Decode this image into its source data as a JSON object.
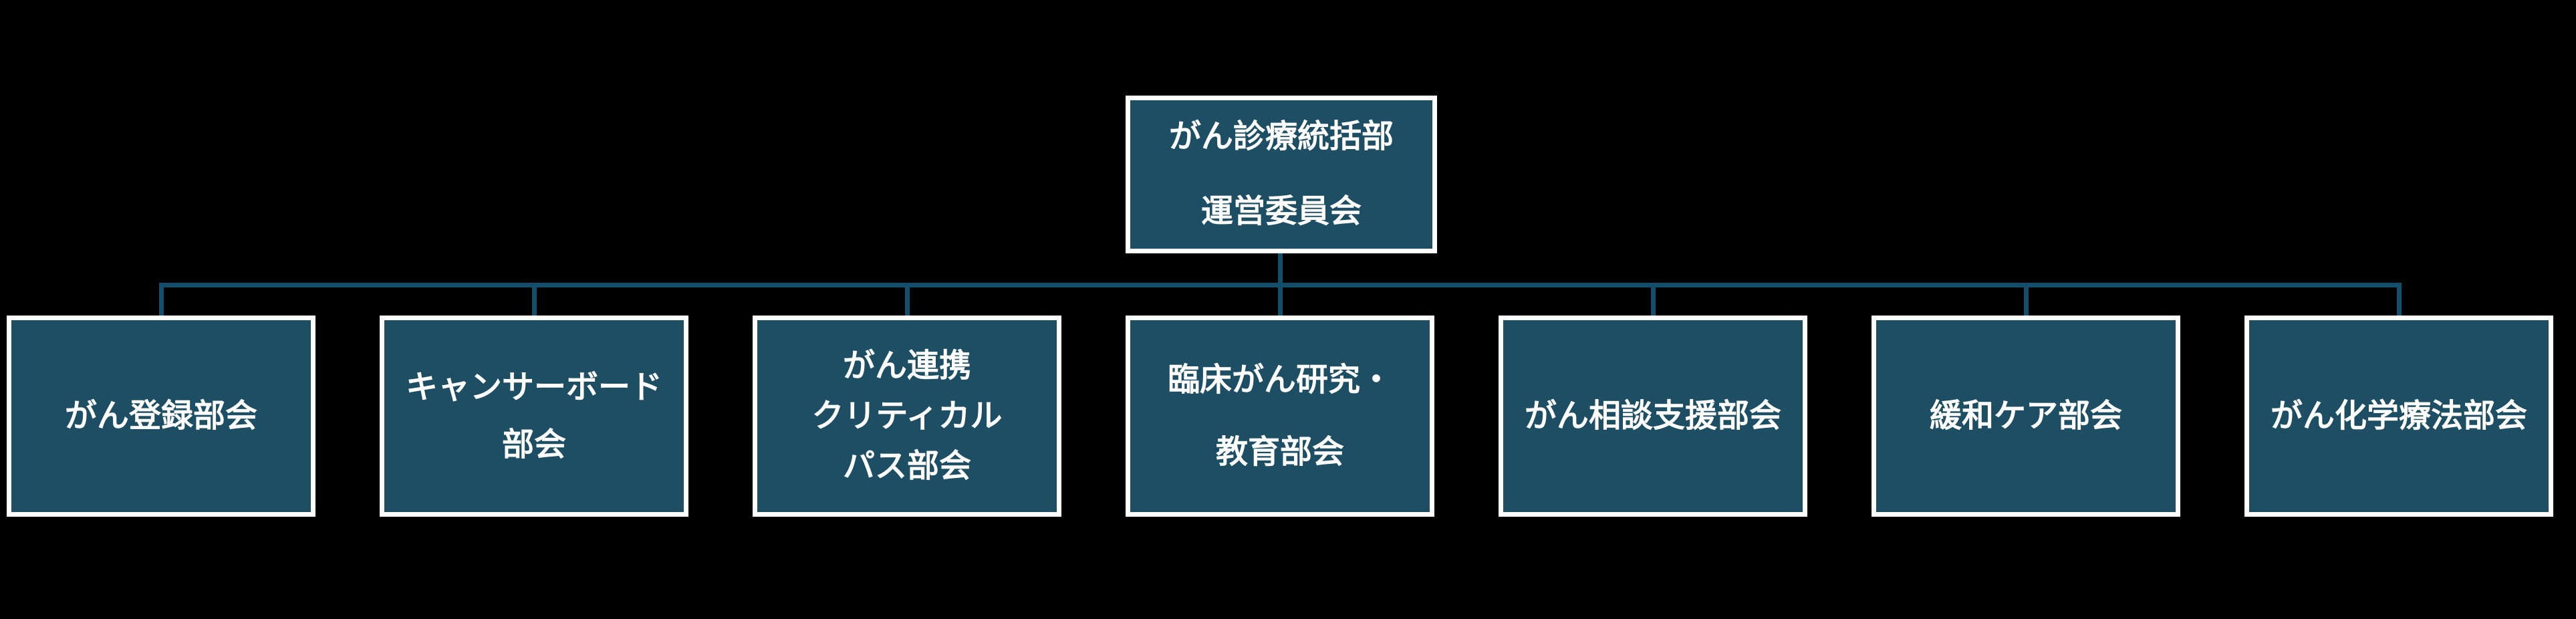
{
  "theme": {
    "background": "#000000",
    "box-fill": "#1d4e63",
    "box-border": "#ffffff",
    "connector": "#134f6b",
    "text": "#ffffff"
  },
  "diagram": {
    "type": "org-chart",
    "root": {
      "lines": [
        "がん診療統括部",
        "運営委員会"
      ]
    },
    "children": [
      {
        "lines": [
          "がん登録部会"
        ]
      },
      {
        "lines": [
          "キャンサーボード",
          "部会"
        ]
      },
      {
        "lines": [
          "がん連携",
          "クリティカル",
          "パス部会"
        ]
      },
      {
        "lines": [
          "臨床がん研究・",
          "教育部会"
        ]
      },
      {
        "lines": [
          "がん相談支援部会"
        ]
      },
      {
        "lines": [
          "緩和ケア部会"
        ]
      },
      {
        "lines": [
          "がん化学療法部会"
        ]
      }
    ]
  }
}
